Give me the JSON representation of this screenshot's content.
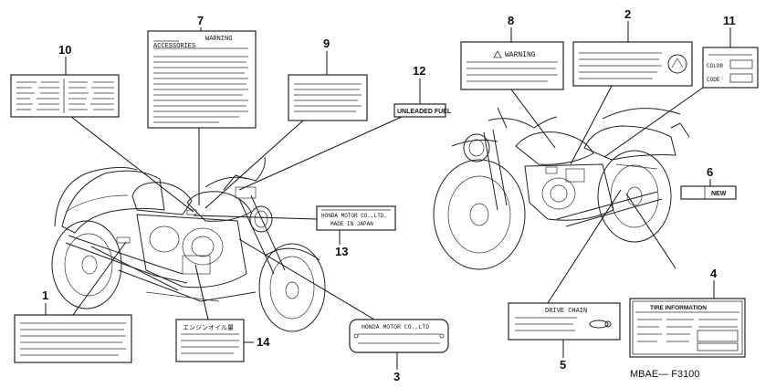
{
  "diagram_code": "MBAE— F3100",
  "labels": {
    "label_1": {
      "number": "1"
    },
    "label_2": {
      "number": "2"
    },
    "label_3": {
      "number": "3",
      "text": "HONDA MOTOR CO.,LTD"
    },
    "label_4": {
      "number": "4",
      "text": "TIRE  INFORMATION"
    },
    "label_5": {
      "number": "5",
      "text": "DRIVE CHAIN"
    },
    "label_6": {
      "number": "6",
      "text": "NEW"
    },
    "label_7": {
      "number": "7",
      "text_line1": "WARNING",
      "text_line2": "ACCESSORIES"
    },
    "label_8": {
      "number": "8",
      "text": "WARNING"
    },
    "label_9": {
      "number": "9"
    },
    "label_10": {
      "number": "10"
    },
    "label_11": {
      "number": "11",
      "text_color": "COLOR",
      "text_code": "CODE"
    },
    "label_12": {
      "number": "12",
      "text": "UNLEADED FUEL"
    },
    "label_13": {
      "number": "13",
      "text_line1": "HONDA MOTOR CO.,LTD.",
      "text_line2": "MADE IN JAPAN"
    },
    "label_14": {
      "number": "14",
      "text": "エンジンオイル量"
    }
  }
}
